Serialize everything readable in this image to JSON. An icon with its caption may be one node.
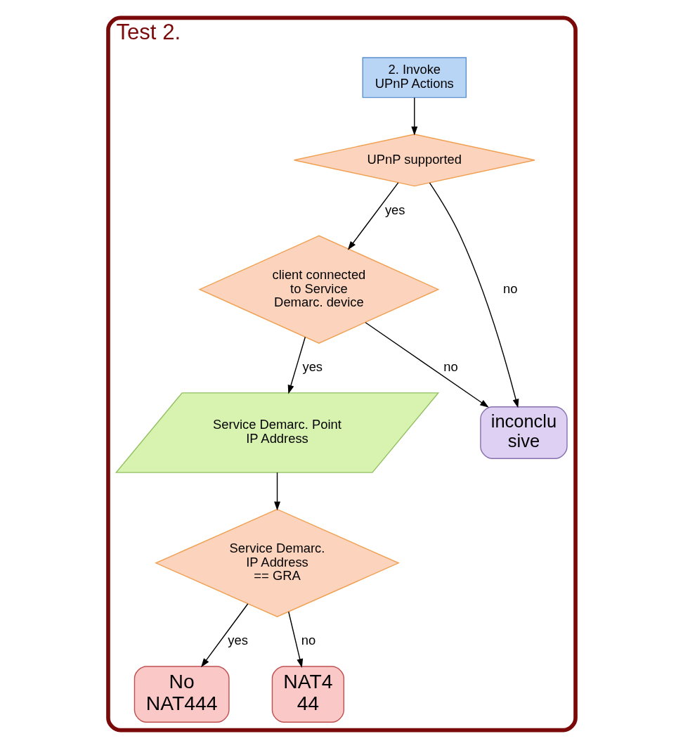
{
  "diagram": {
    "nodes": [
      {
        "text": [
          "Test 2."
        ]
      },
      {
        "text": [
          "2. Invoke UPnP Actions"
        ],
        "in": 0
      },
      {
        "text": [
          "UPnP supported"
        ],
        "in": 0
      },
      {
        "text": [
          "client connected to  Service Demarc. device"
        ],
        "in": 0
      },
      {
        "text": [
          "inconclu sive"
        ],
        "in": 0
      },
      {
        "text": [
          "Service Demarc. Point IP Address"
        ],
        "in": 0
      },
      {
        "text": [
          "Service Demarc. IP Address == GRA"
        ],
        "in": 0
      },
      {
        "text": [
          "No NAT444"
        ],
        "in": 0
      },
      {
        "text": [
          "NAT4 44"
        ],
        "in": 0
      }
    ],
    "edges": [
      {
        "from": 1,
        "to": 2,
        "arrow": "to"
      },
      {
        "from": 2,
        "to": 4,
        "arrow": "to",
        "label": "no"
      },
      {
        "from": 2,
        "to": 3,
        "arrow": "to",
        "label": "yes"
      },
      {
        "from": 3,
        "to": 4,
        "arrow": "to",
        "label": "no"
      },
      {
        "from": 3,
        "to": 5,
        "arrow": "to",
        "label": "yes"
      },
      {
        "from": 5,
        "to": 6,
        "arrow": "to"
      },
      {
        "from": 6,
        "to": 7,
        "arrow": "to",
        "label": "yes"
      },
      {
        "from": 6,
        "to": 8,
        "arrow": "to",
        "label": "no"
      }
    ]
  }
}
